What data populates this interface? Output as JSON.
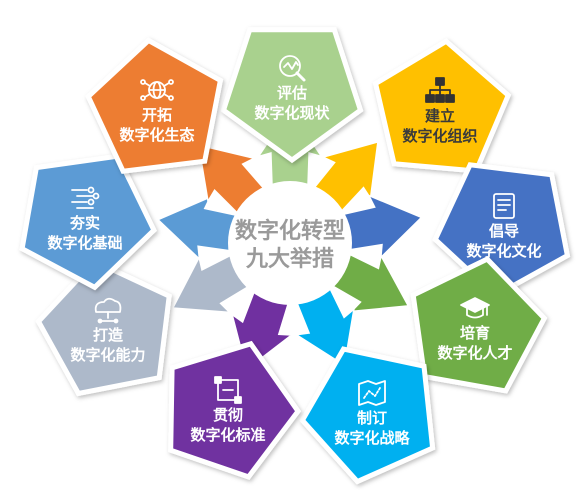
{
  "center": {
    "line1": "数字化转型",
    "line2": "九大举措"
  },
  "measures": [
    {
      "line1": "评估",
      "line2": "数字化现状",
      "icon": "analytics-magnifier-icon",
      "color": "#a9d18e",
      "stroke": "#7fae62"
    },
    {
      "line1": "建立",
      "line2": "数字化组织",
      "icon": "org-chart-icon",
      "color": "#ffc000",
      "stroke": "#d9a200"
    },
    {
      "line1": "倡导",
      "line2": "数字化文化",
      "icon": "document-icon",
      "color": "#4472c4",
      "stroke": "#2f5597"
    },
    {
      "line1": "培育",
      "line2": "数字化人才",
      "icon": "graduation-cap-icon",
      "color": "#70ad47",
      "stroke": "#548235"
    },
    {
      "line1": "制订",
      "line2": "数字化战略",
      "icon": "map-route-icon",
      "color": "#00b0f0",
      "stroke": "#0090c8"
    },
    {
      "line1": "贯彻",
      "line2": "数字化标准",
      "icon": "standard-frame-icon",
      "color": "#7030a0",
      "stroke": "#55207e"
    },
    {
      "line1": "打造",
      "line2": "数字化能力",
      "icon": "cloud-network-icon",
      "color": "#adb9ca",
      "stroke": "#8595ad"
    },
    {
      "line1": "夯实",
      "line2": "数字化基础",
      "icon": "circuit-data-icon",
      "color": "#5b9bd5",
      "stroke": "#3e7fba"
    },
    {
      "line1": "开拓",
      "line2": "数字化生态",
      "icon": "globe-network-icon",
      "color": "#ed7d31",
      "stroke": "#c95f15"
    }
  ]
}
